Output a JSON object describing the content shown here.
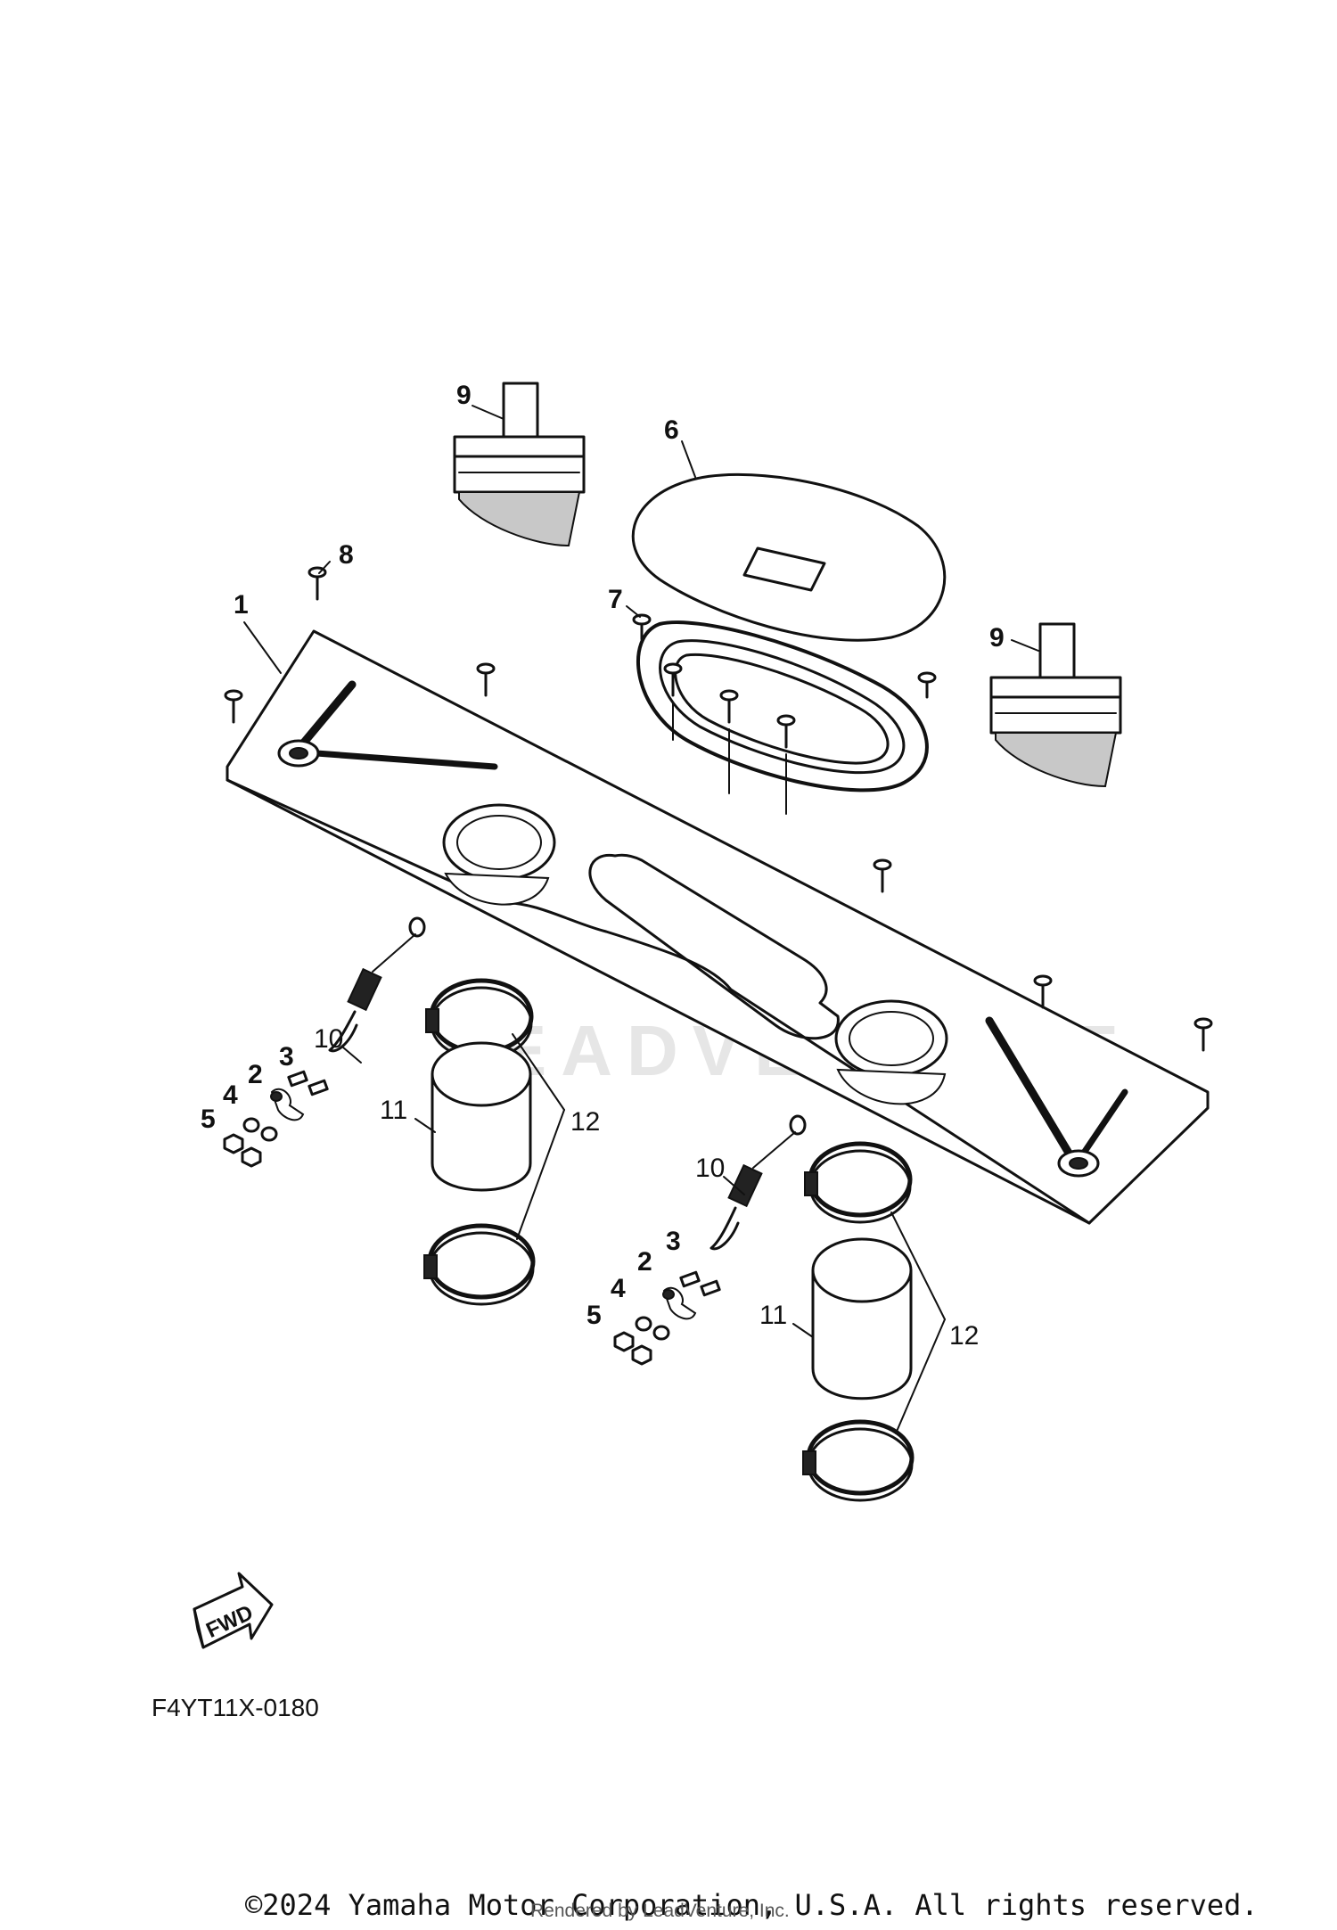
{
  "callouts": {
    "c1": "1",
    "c2a": "2",
    "c2b": "2",
    "c3a": "3",
    "c3b": "3",
    "c4a": "4",
    "c4b": "4",
    "c5a": "5",
    "c5b": "5",
    "c6": "6",
    "c7": "7",
    "c8": "8",
    "c9a": "9",
    "c9b": "9",
    "c10a": "10",
    "c10b": "10",
    "c11a": "11",
    "c11b": "11",
    "c12a": "12",
    "c12b": "12"
  },
  "fwd_label": "FWD",
  "figure_code": "F4YT11X-0180",
  "watermark": "LEADVENTURE",
  "copyright": "©2024 Yamaha Motor Corporation, U.S.A. All rights reserved.",
  "rendered_by": "Rendered by LeadVenture, Inc."
}
